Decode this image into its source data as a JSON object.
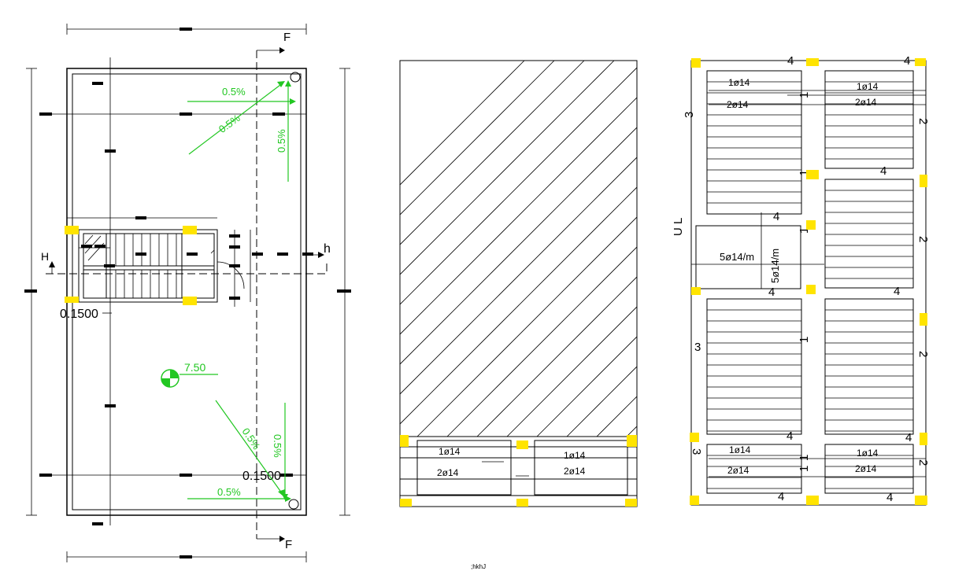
{
  "colors": {
    "line": "#000000",
    "annotation": "#22c722",
    "column": "#ffe400"
  },
  "plan": {
    "section_label_top": "F",
    "section_label_bottom": "F",
    "section_label_side": "h",
    "slopes": [
      "0.5%",
      "0.5%",
      "0.5%",
      "0.5%",
      "0.5%",
      "0.5%"
    ],
    "level_left": "0.1500",
    "level_right": "0.1500",
    "elevation": "7.50"
  },
  "middle": {
    "bars": [
      "1ø14",
      "1ø14",
      "2ø14",
      "2ø14"
    ]
  },
  "right": {
    "bars": [
      "1ø14",
      "1ø14",
      "2ø14",
      "2ø14",
      "1ø14",
      "1ø14",
      "2ø14",
      "2ø14"
    ],
    "dist_h": "5ø14/m",
    "dist_v": "5ø14/m",
    "marks": [
      "4",
      "4",
      "3",
      "2",
      "1",
      "4",
      "1",
      "U L",
      "4",
      "2",
      "1",
      "4",
      "4",
      "3",
      "1",
      "2",
      "4",
      "4",
      "3",
      "1",
      "2",
      "4",
      "4",
      "1"
    ]
  },
  "footer": {
    "note": ";hkhJ"
  }
}
